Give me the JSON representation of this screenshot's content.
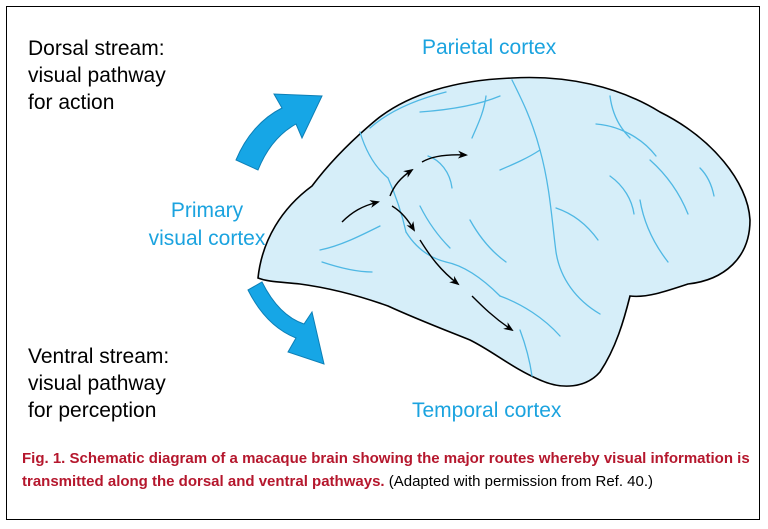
{
  "labels": {
    "dorsal": [
      "Dorsal stream:",
      "visual pathway",
      "for action"
    ],
    "ventral": [
      "Ventral stream:",
      "visual pathway",
      "for perception"
    ],
    "parietal": "Parietal cortex",
    "temporal": "Temporal cortex",
    "primary": [
      "Primary",
      "visual cortex"
    ]
  },
  "caption": {
    "title": "Fig. 1. Schematic diagram of a macaque brain showing the major routes whereby visual information is transmitted along the dorsal and ventral pathways.",
    "note": "(Adapted with permission from Ref. 40.)"
  },
  "colors": {
    "brain_fill": "#d6eef9",
    "sulci": "#4fb8e4",
    "label_blue": "#1ba3df",
    "arrow_blue": "#16a6e6",
    "caption_red": "#b5172d"
  }
}
